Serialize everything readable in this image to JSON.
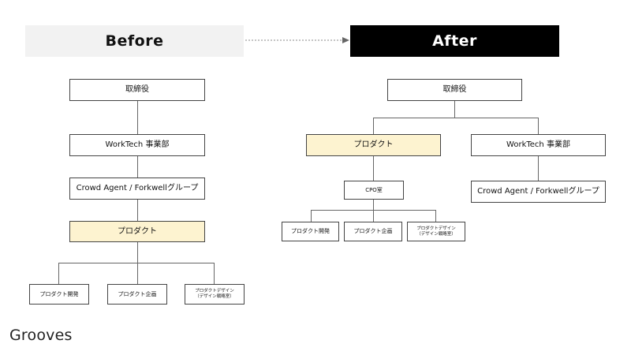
{
  "header": {
    "before_label": "Before",
    "after_label": "After"
  },
  "before": {
    "board": "取締役",
    "worktech": "WorkTech 事業部",
    "crowd": "Crowd Agent / Forkwellグループ",
    "product": "プロダクト",
    "dev": "プロダクト開発",
    "planning": "プロダクト企画",
    "design_line1": "プロダクトデザイン",
    "design_line2": "（デザイン戦略室）"
  },
  "after": {
    "board": "取締役",
    "product": "プロダクト",
    "worktech": "WorkTech 事業部",
    "crowd": "Crowd Agent / Forkwellグループ",
    "cpo": "CPO室",
    "dev": "プロダクト開発",
    "planning": "プロダクト企画",
    "design_line1": "プロダクトデザイン",
    "design_line2": "（デザイン戦略室）"
  },
  "logo": {
    "text": "Grooves"
  },
  "colors": {
    "highlight": "#fdf3d0",
    "before_banner": "#f2f2f2",
    "after_banner": "#000000"
  }
}
